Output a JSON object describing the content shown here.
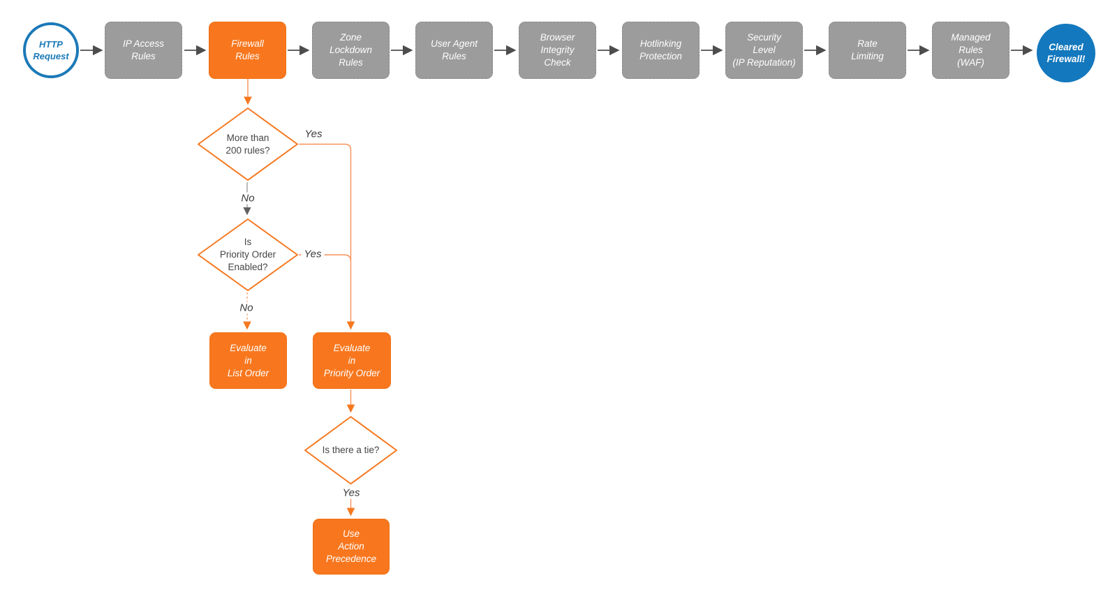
{
  "diagram": {
    "kind": "flowchart",
    "colors": {
      "stage_gray": "#9C9C9C",
      "accent_orange": "#F8771E",
      "brand_blue": "#1B79B7",
      "end_blue_fill": "#1378BD",
      "arrow_dark_gray": "#4D4D4D",
      "connector_orange": "#F89158",
      "text_white": "#FFFFFF",
      "text_dark": "#454545"
    }
  },
  "nodes": {
    "http_request": {
      "label": "HTTP\nRequest"
    },
    "ip_access": {
      "label": "IP Access\nRules"
    },
    "firewall_rules": {
      "label": "Firewall\nRules"
    },
    "zone_lockdown": {
      "label": "Zone\nLockdown\nRules"
    },
    "user_agent": {
      "label": "User Agent\nRules"
    },
    "browser_integrity": {
      "label": "Browser\nIntegrity\nCheck"
    },
    "hotlinking": {
      "label": "Hotlinking\nProtection"
    },
    "security_level": {
      "label": "Security\nLevel\n(IP Reputation)"
    },
    "rate_limiting": {
      "label": "Rate\nLimiting"
    },
    "managed_rules": {
      "label": "Managed\nRules\n(WAF)"
    },
    "cleared_firewall": {
      "label": "Cleared\nFirewall!"
    },
    "d_more_200": {
      "label": "More than\n200 rules?"
    },
    "d_priority": {
      "label": "Is\nPriority Order\nEnabled?"
    },
    "d_tie": {
      "label": "Is there a tie?"
    },
    "evaluate_list": {
      "label": "Evaluate\nin\nList Order"
    },
    "evaluate_priority": {
      "label": "Evaluate\nin\nPriority Order"
    },
    "use_action": {
      "label": "Use\nAction\nPrecedence"
    }
  },
  "edges": {
    "d1_yes": "Yes",
    "d1_no": "No",
    "d2_yes": "Yes",
    "d2_no": "No",
    "d3_yes": "Yes"
  }
}
